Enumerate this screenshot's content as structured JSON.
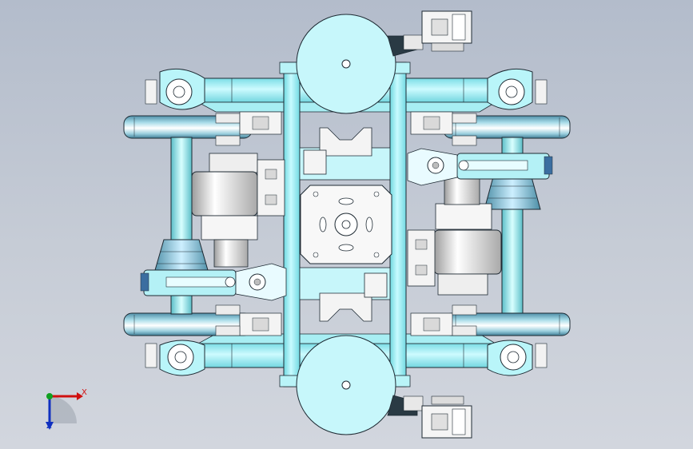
{
  "viewport": {
    "title": "",
    "background_top": "#b3bccb",
    "background_bottom": "#d2d6de"
  },
  "model": {
    "name": "",
    "view": "top",
    "part_color": "#8eeef2",
    "frame_color": "#c7f6fa",
    "metal_color": "#f3f3f3",
    "edge_color": "#1e2a33"
  },
  "triad": {
    "x_label": "X",
    "z_label": "Z",
    "x_color": "#d01010",
    "y_color": "#10a020",
    "z_color": "#1030c0"
  }
}
